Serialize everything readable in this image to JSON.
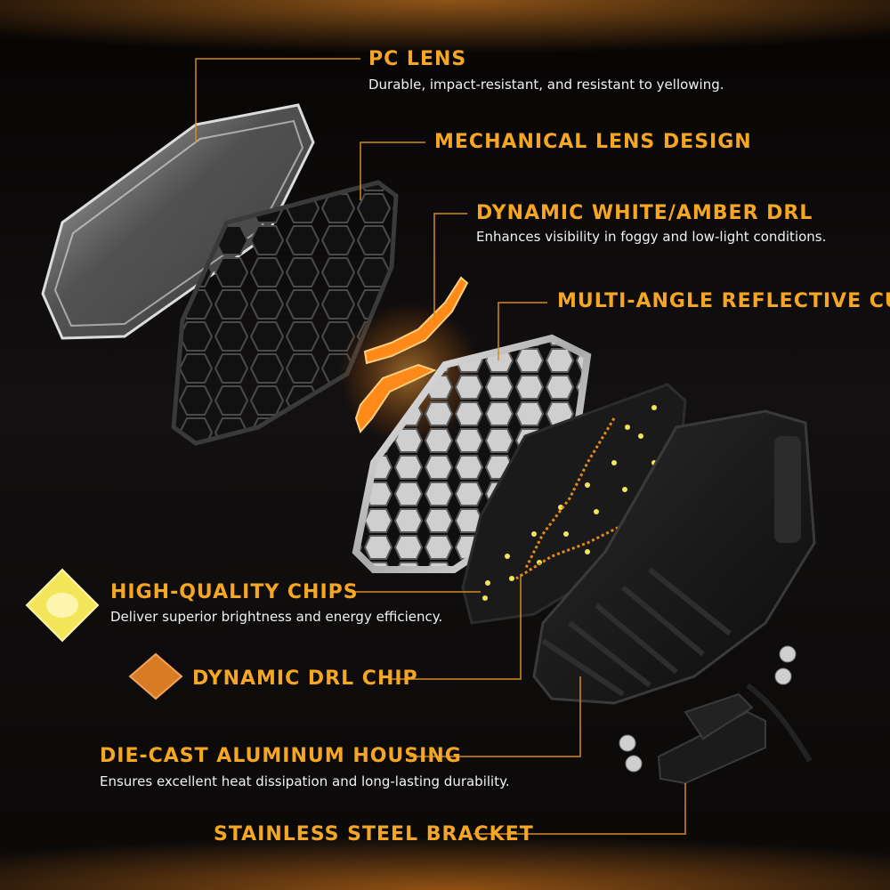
{
  "callouts": {
    "pc_lens": {
      "title": "PC LENS",
      "desc": "Durable, impact-resistant, and resistant to yellowing."
    },
    "mechanical_lens": {
      "title": "MECHANICAL LENS DESIGN"
    },
    "drl": {
      "title": "DYNAMIC WHITE/AMBER DRL",
      "desc": "Enhances visibility in foggy and low-light conditions."
    },
    "reflective_cup": {
      "title": "MULTI-ANGLE REFLECTIVE CUP"
    },
    "chips": {
      "title": "HIGH-QUALITY CHIPS",
      "desc": "Deliver superior brightness and energy efficiency."
    },
    "drl_chip": {
      "title": "DYNAMIC DRL CHIP"
    },
    "housing": {
      "title": "DIE-CAST ALUMINUM HOUSING",
      "desc": "Ensures excellent heat dissipation and long-lasting durability."
    },
    "bracket": {
      "title": "STAINLESS STEEL BRACKET"
    }
  },
  "colors": {
    "accent": "#f5a623",
    "leader": "#d68a1c",
    "text": "#f2f2f2",
    "background": "#0d0b0a",
    "amber_glow": "#ff7a10",
    "led_yellow": "#f3e65a"
  },
  "icons": {
    "chip": "yellow-led-chip-icon",
    "drl_chip": "orange-drl-chip-icon"
  }
}
